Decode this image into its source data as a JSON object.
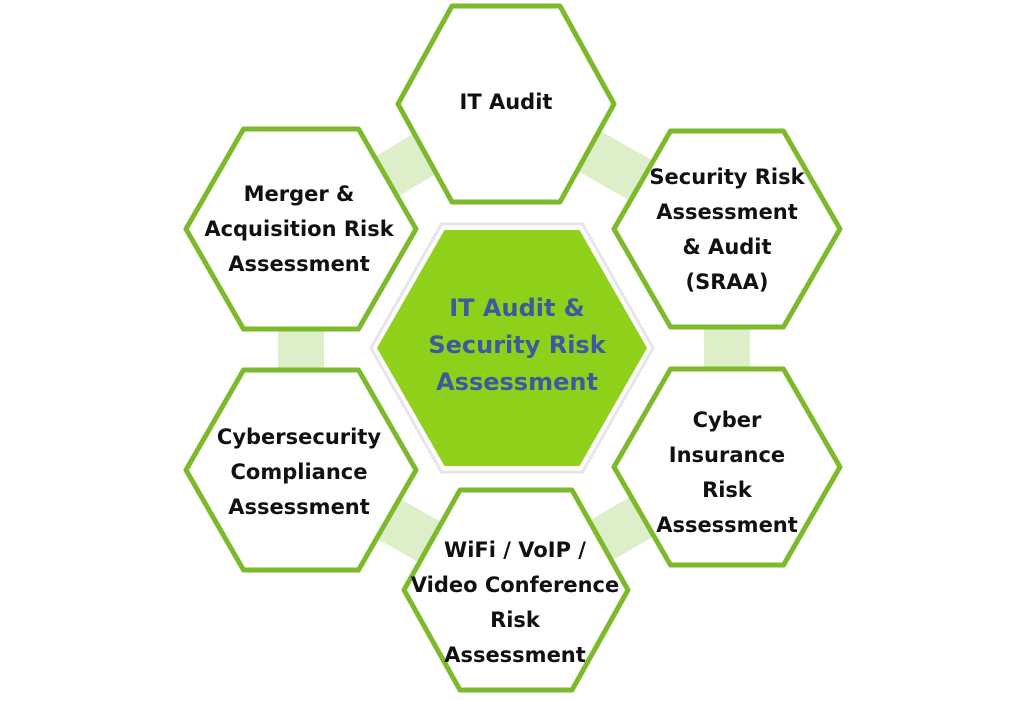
{
  "colors": {
    "outer_stroke": "#7cba2c",
    "outer_fill": "#ffffff",
    "center_fill": "#8fd11a",
    "center_text": "#3d5a9e",
    "connector": "#dcefc8",
    "text": "#111111"
  },
  "center": {
    "label": "IT Audit &\nSecurity Risk\nAssessment"
  },
  "nodes": [
    {
      "id": "it-audit",
      "label": "IT Audit"
    },
    {
      "id": "security-risk",
      "label": "Security Risk\nAssessment\n& Audit\n(SRAA)"
    },
    {
      "id": "cyber-insurance",
      "label": "Cyber\nInsurance\nRisk\nAssessment"
    },
    {
      "id": "wifi-voip",
      "label": "WiFi / VoIP /\nVideo Conference\nRisk\nAssessment"
    },
    {
      "id": "cybersecurity-compliance",
      "label": "Cybersecurity\nCompliance\nAssessment"
    },
    {
      "id": "merger-acquisition",
      "label": "Merger &\nAcquisition Risk\nAssessment"
    }
  ]
}
